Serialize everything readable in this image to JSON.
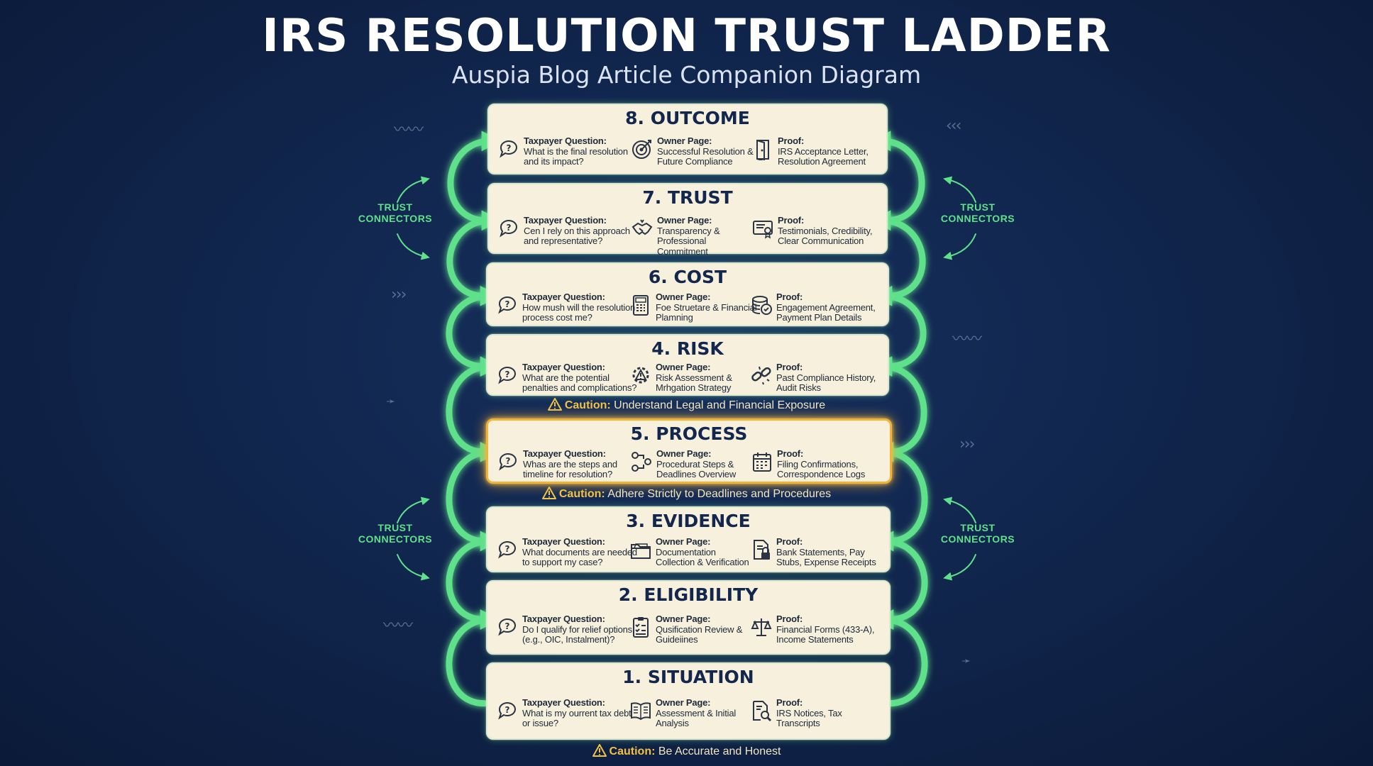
{
  "header": {
    "title": "IRS RESOLUTION TRUST LADDER",
    "subtitle": "Auspia Blog Article Companion Diagram"
  },
  "labels": {
    "question": "Taxpayer Question:",
    "owner": "Owner Page:",
    "proof": "Proof:",
    "caution": "Caution:"
  },
  "connectors_label": "TRUST CONNECTORS",
  "colors": {
    "background": "#10244a",
    "card": "#f6f0dc",
    "connector": "#5fe08a",
    "highlight": "#f1b437",
    "title": "#ffffff"
  },
  "steps": [
    {
      "title": "8. OUTCOME",
      "question": "What is the final resolution and its impact?",
      "owner": "Successful Resolution & Future Compliance",
      "proof": "IRS Acceptance Letter, Resolution Agreement",
      "icons": [
        "question-bubble-icon",
        "target-icon",
        "door-icon"
      ]
    },
    {
      "title": "7. TRUST",
      "question": "Cen I rely on this approach and representative?",
      "owner": "Transparency & Professional Commitment",
      "proof": "Testimonials, Credibility, Clear Communication",
      "icons": [
        "question-bubble-icon",
        "handshake-icon",
        "certificate-icon"
      ]
    },
    {
      "title": "6. COST",
      "question": "How mush will the resolution process cost me?",
      "owner": "Foe Struetare & Financial Plamning",
      "proof": "Engagement Agreement, Payment Plan Details",
      "icons": [
        "question-bubble-icon",
        "calculator-icon",
        "coins-icon"
      ]
    },
    {
      "title": "4. RISK",
      "question": "What are the potential penalties and complications?",
      "owner": "Risk Assessment & Mrhgation Strategy",
      "proof": "Past Compliance History, Audit Risks",
      "caution": "Understand Legal and Financial Exposure",
      "icons": [
        "question-bubble-icon",
        "gear-warning-icon",
        "broken-chain-icon"
      ]
    },
    {
      "title": "5. PROCESS",
      "question": "Whas are the steps and timeline for resolution?",
      "owner": "Procedurat Steps & Deadlines Overview",
      "proof": "Filing Confirmations, Correspondence Logs",
      "caution": "Adhere Strictly to Deadlines and Procedures",
      "highlight": true,
      "icons": [
        "question-bubble-icon",
        "flow-steps-icon",
        "calendar-icon"
      ]
    },
    {
      "title": "3. EVIDENCE",
      "question": "What documents are needed to support my case?",
      "owner": "Documentation Collection & Verification",
      "proof": "Bank Statements, Pay Stubs, Expense Receipts",
      "icons": [
        "question-bubble-icon",
        "folder-icon",
        "secure-document-icon"
      ]
    },
    {
      "title": "2. ELIGIBILITY",
      "question": "Do I qualify for relief options (e.g., OIC, Instalment)?",
      "owner": "Qusification Review & Guideiines",
      "proof": "Financial Forms (433-A), Income Statements",
      "icons": [
        "question-bubble-icon",
        "checklist-icon",
        "scales-icon"
      ]
    },
    {
      "title": "1. SITUATION",
      "question": "What is my ourrent tax debt or issue?",
      "owner": "Assessment & Initial Analysis",
      "proof": "IRS Notices, Tax Transcripts",
      "caution": "Be Accurate and Honest",
      "icons": [
        "question-bubble-icon",
        "open-book-icon",
        "document-search-icon"
      ]
    }
  ]
}
